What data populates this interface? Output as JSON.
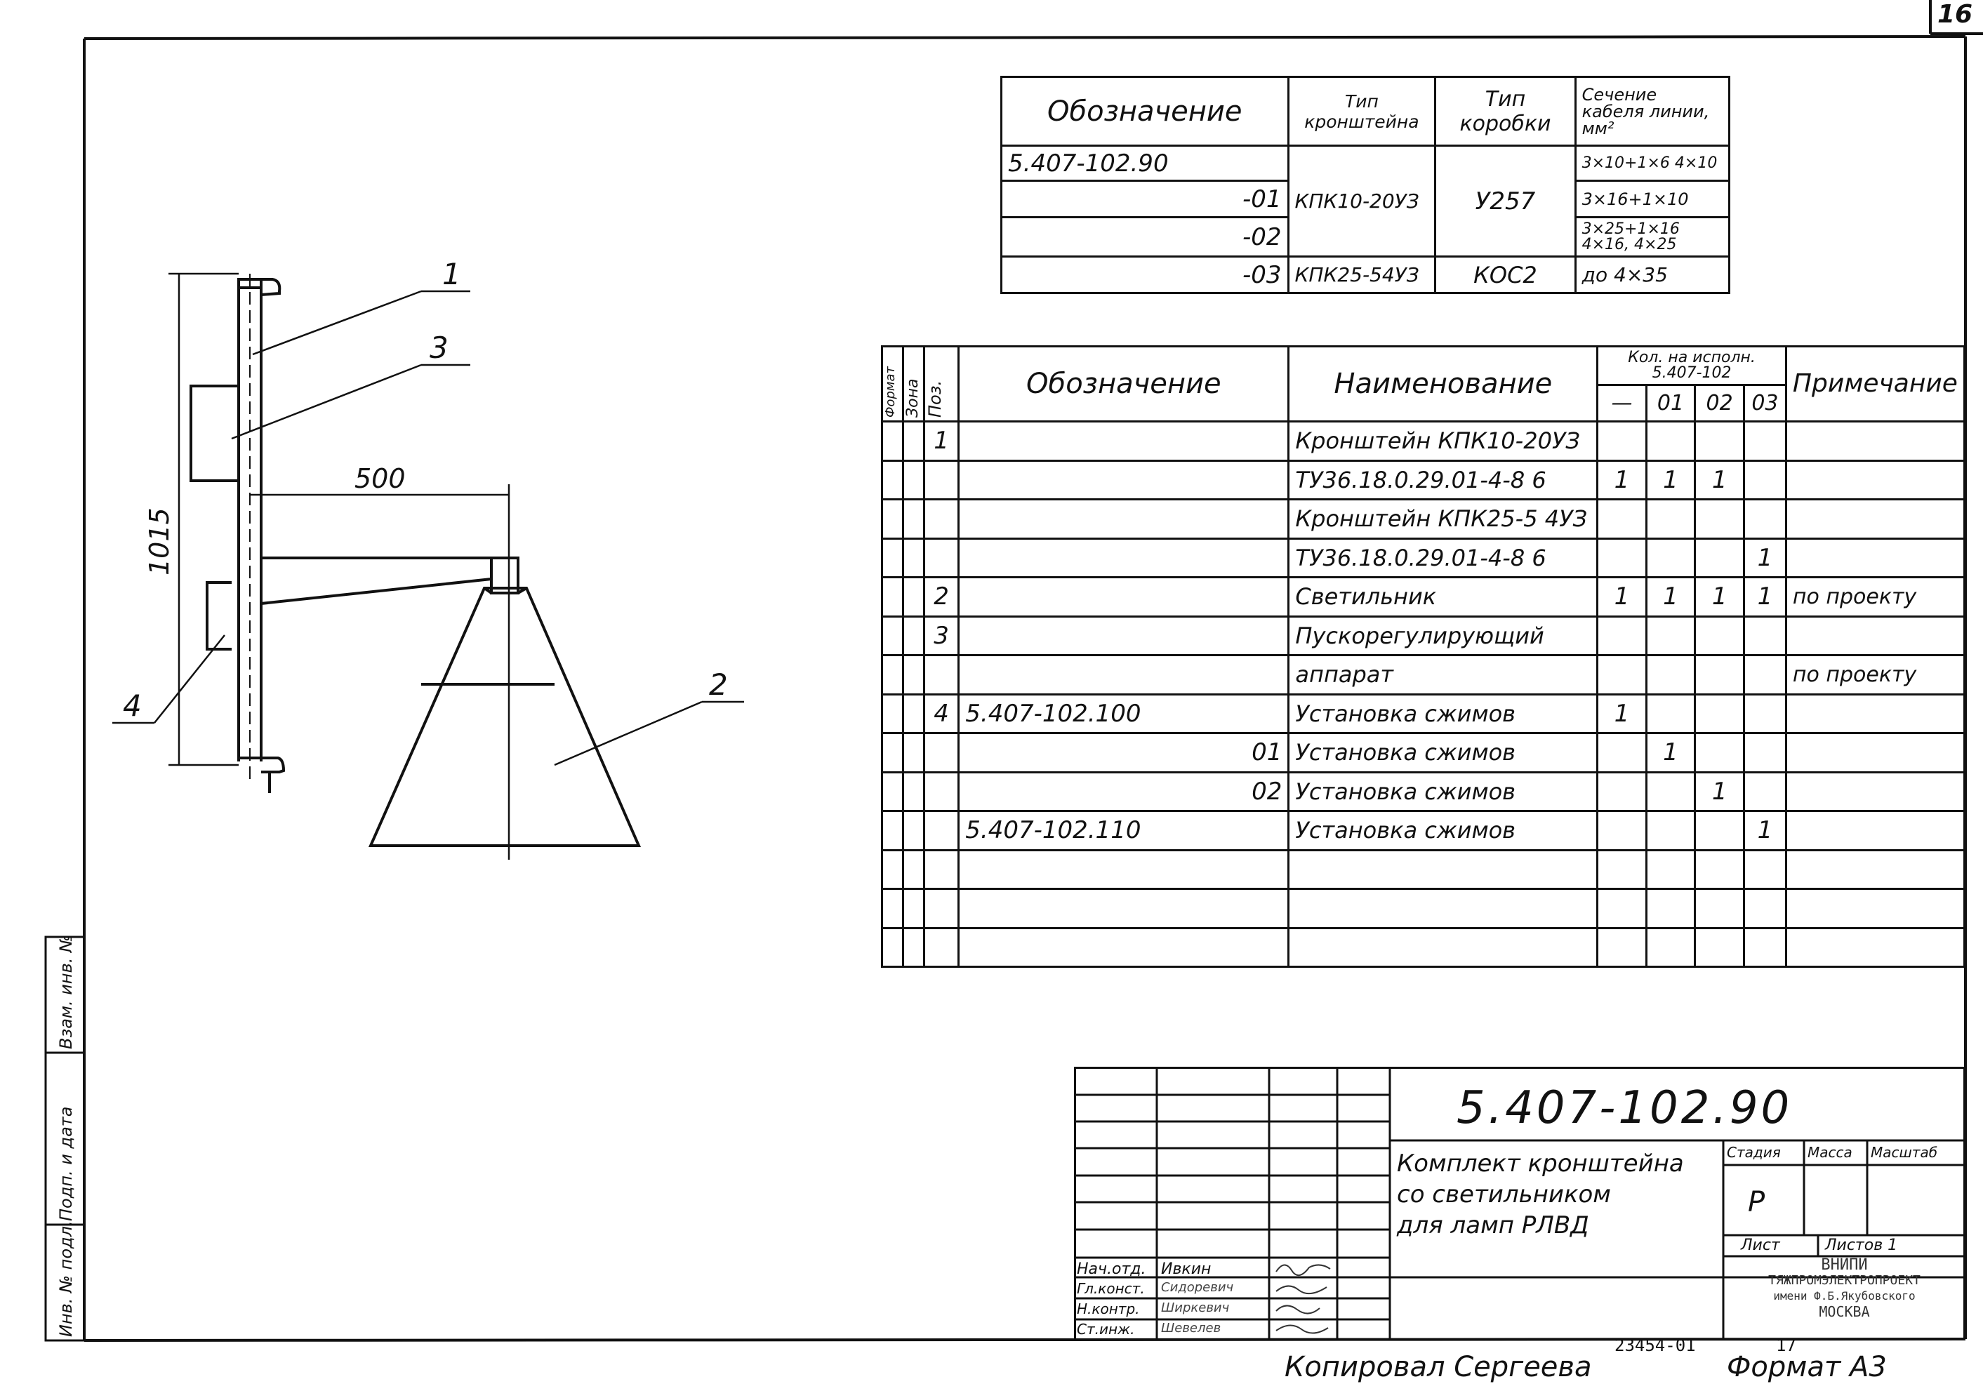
{
  "sheet": {
    "page_number": "16"
  },
  "variants_table": {
    "headers": [
      "Обозначение",
      "Тип кронштейна",
      "Тип коробки",
      "Сечение кабеля линии, мм²"
    ],
    "rows": [
      {
        "designation": "5.407-102.90",
        "section": "3×10+1×6 4×10"
      },
      {
        "designation": "-01",
        "bracket": "КПК10-20УЗ",
        "box": "У257",
        "section": "3×16+1×10"
      },
      {
        "designation": "-02",
        "section": "3×25+1×16 4×16, 4×25"
      },
      {
        "designation": "-03",
        "bracket": "КПК25-54УЗ",
        "box": "КОС2",
        "section": "до 4×35"
      }
    ]
  },
  "spec_table": {
    "headers": {
      "format": "Формат",
      "zone": "Зона",
      "pos": "Поз.",
      "designation": "Обозначение",
      "name": "Наименование",
      "qty": "Кол. на исполн. 5.407-102",
      "qty_cols": [
        "—",
        "01",
        "02",
        "03"
      ],
      "note": "Примечание"
    },
    "rows": [
      {
        "pos": "1",
        "designation": "",
        "name": "Кронштейн КПК10-20УЗ",
        "q": [
          "",
          "",
          "",
          ""
        ],
        "note": ""
      },
      {
        "pos": "",
        "designation": "",
        "name": "ТУ36.18.0.29.01-4-8 6",
        "q": [
          "1",
          "1",
          "1",
          ""
        ],
        "note": ""
      },
      {
        "pos": "",
        "designation": "",
        "name": "Кронштейн КПК25-5 4УЗ",
        "q": [
          "",
          "",
          "",
          ""
        ],
        "note": ""
      },
      {
        "pos": "",
        "designation": "",
        "name": "ТУ36.18.0.29.01-4-8 6",
        "q": [
          "",
          "",
          "",
          "1"
        ],
        "note": ""
      },
      {
        "pos": "2",
        "designation": "",
        "name": "Светильник",
        "q": [
          "1",
          "1",
          "1",
          "1"
        ],
        "note": "по проекту"
      },
      {
        "pos": "3",
        "designation": "",
        "name": "Пускорегулирующий",
        "q": [
          "",
          "",
          "",
          ""
        ],
        "note": ""
      },
      {
        "pos": "",
        "designation": "",
        "name": "аппарат",
        "q": [
          "",
          "",
          "",
          ""
        ],
        "note": "по проекту"
      },
      {
        "pos": "4",
        "designation": "5.407-102.100",
        "name": "Установка сжимов",
        "q": [
          "1",
          "",
          "",
          ""
        ],
        "note": ""
      },
      {
        "pos": "",
        "designation": "01",
        "name": "Установка сжимов",
        "q": [
          "",
          "1",
          "",
          ""
        ],
        "note": ""
      },
      {
        "pos": "",
        "designation": "02",
        "name": "Установка сжимов",
        "q": [
          "",
          "",
          "1",
          ""
        ],
        "note": ""
      },
      {
        "pos": "",
        "designation": "5.407-102.110",
        "name": "Установка сжимов",
        "q": [
          "",
          "",
          "",
          "1"
        ],
        "note": ""
      },
      {
        "pos": "",
        "designation": "",
        "name": "",
        "q": [
          "",
          "",
          "",
          ""
        ],
        "note": ""
      },
      {
        "pos": "",
        "designation": "",
        "name": "",
        "q": [
          "",
          "",
          "",
          ""
        ],
        "note": ""
      },
      {
        "pos": "",
        "designation": "",
        "name": "",
        "q": [
          "",
          "",
          "",
          ""
        ],
        "note": ""
      }
    ]
  },
  "drawing": {
    "dimensions": {
      "height": "1015",
      "arm": "500"
    },
    "leaders": [
      "1",
      "3",
      "2",
      "4"
    ]
  },
  "side_stamp": [
    "Взам. инв. №",
    "Подп. и дата",
    "Инв. № подл."
  ],
  "title_block": {
    "code": "5.407-102.90",
    "title_lines": [
      "Комплект кронштейна",
      "со светильником",
      "для ламп РЛВД"
    ],
    "stage_label": "Стадия",
    "mass_label": "Масса",
    "scale_label": "Масштаб",
    "stage": "Р",
    "sheet_label": "Лист",
    "sheets_label": "Листов 1",
    "roles": [
      {
        "role": "Нач.отд.",
        "name": "Ивкин"
      },
      {
        "role": "Гл.конст.",
        "name": "Сидоревич"
      },
      {
        "role": "Н.контр.",
        "name": "Ширкевич"
      },
      {
        "role": "Ст.инж.",
        "name": "Шевелев"
      }
    ],
    "org": [
      "ВНИПИ",
      "ТЯЖПРОМЭЛЕКТРОПРОЕКТ",
      "имени Ф.Б.Якубовского",
      "МОСКВА"
    ]
  },
  "footer": {
    "copied": "Копировал Сергеева",
    "inv": "23454-01",
    "sheet_no": "17",
    "format": "Формат А3"
  }
}
